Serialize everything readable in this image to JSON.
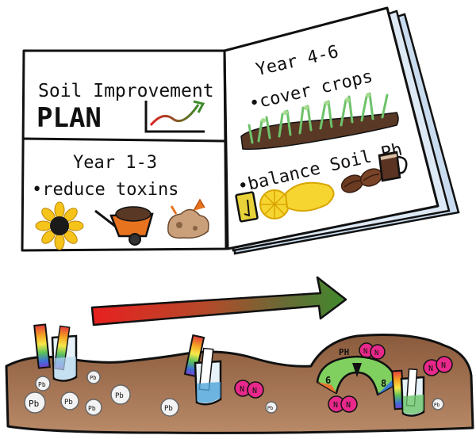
{
  "notebook": {
    "left_page": {
      "title": "Soil Improvement",
      "plan_label": "PLAN",
      "section_heading": "Year 1-3",
      "bullet": "•reduce toxins"
    },
    "right_page": {
      "section_heading": "Year 4-6",
      "bullet_1": "•cover crops",
      "bullet_2": "•balance Soil Ph"
    }
  },
  "soil": {
    "lead_label": "Pb",
    "nitrogen_label": "N",
    "ph_meter": {
      "label": "PH",
      "low_mark": "6",
      "high_mark": "8"
    }
  },
  "colors": {
    "outline": "#111111",
    "soil": "#9c6b4a",
    "arrow_start": "#e32020",
    "arrow_end": "#3f8a2c",
    "sunflower": "#f6c31a",
    "grass": "#6ec26a",
    "lemon": "#f7d531",
    "coffee": "#6b3b22",
    "nitrogen_ball": "#e8288a"
  },
  "icons": [
    "trend-arrow-icon",
    "sunflower-icon",
    "wheelbarrow-icon",
    "compost-icon",
    "grass-icon",
    "lemon-juice-icon",
    "coffee-beans-icon",
    "coffee-mug-icon",
    "ph-strip-icon",
    "beaker-icon",
    "lead-particle-icon",
    "nitrogen-molecule-icon",
    "ph-meter-icon"
  ]
}
